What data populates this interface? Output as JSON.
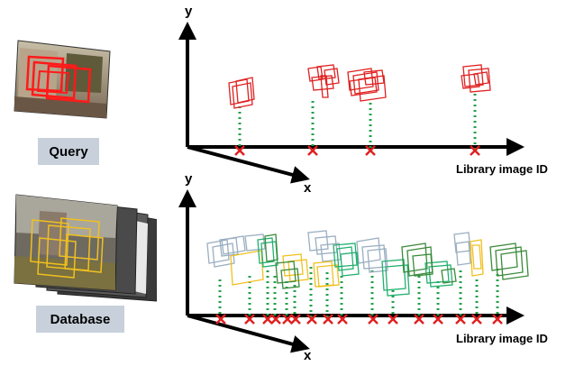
{
  "query": {
    "caption": "Query",
    "axis_y": "y",
    "axis_x": "x",
    "axis_horizontal": "Library image ID",
    "box_color": "#e02020",
    "marker_color": "#e02020",
    "dotted_line_color": "#22a04a"
  },
  "database": {
    "caption": "Database",
    "axis_y": "y",
    "axis_x": "x",
    "axis_horizontal": "Library image ID",
    "box_colors": [
      "#9aaec0",
      "#f0c020",
      "#22b070",
      "#3a8a3a"
    ],
    "marker_color": "#e02020",
    "dotted_line_color": "#22a04a"
  }
}
